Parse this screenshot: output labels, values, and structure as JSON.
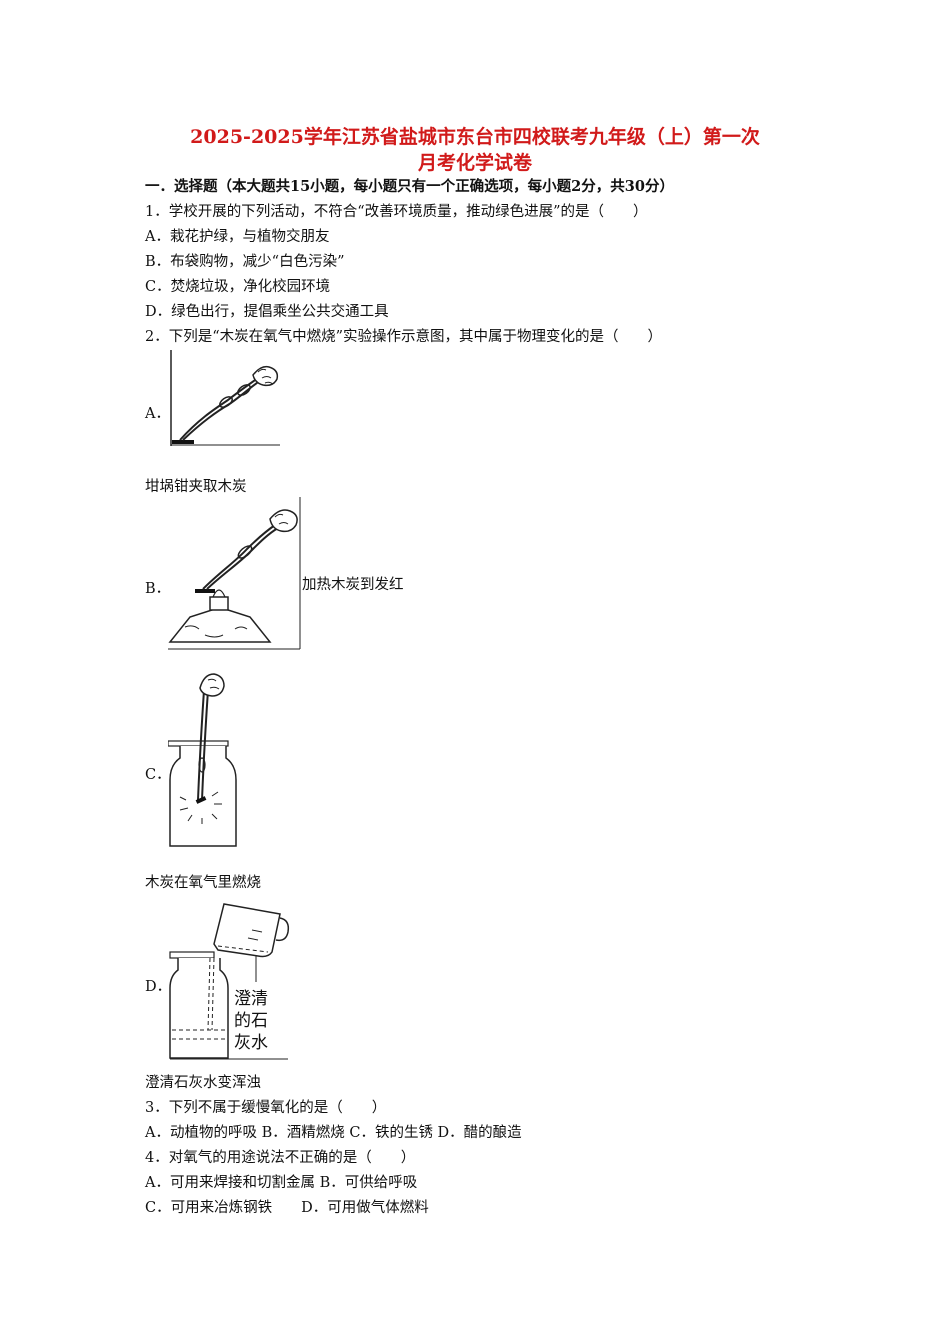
{
  "header": {
    "title_line1": "2025-2025学年江苏省盐城市东台市四校联考九年级（上）第一次",
    "title_line2": "月考化学试卷"
  },
  "section1": {
    "heading": "一．选择题（本大题共15小题，每小题只有一个正确选项，每小题2分，共30分）"
  },
  "q1": {
    "stem": "1．学校开展的下列活动，不符合“改善环境质量，推动绿色进展”的是（　　）",
    "a": "A．栽花护绿，与植物交朋友",
    "b": "B．布袋购物，减少“白色污染”",
    "c": "C．焚烧垃圾，净化校园环境",
    "d": "D．绿色出行，提倡乘坐公共交通工具"
  },
  "q2": {
    "stem": "2．下列是“木炭在氧气中燃烧”实验操作示意图，其中属于物理变化的是（　　）",
    "a_label": "A．",
    "a_caption": "坩埚钳夹取木炭",
    "b_label": "B．",
    "b_caption": "加热木炭到发红",
    "c_label": "C．",
    "c_caption": "木炭在氧气里燃烧",
    "d_label": "D．",
    "d_caption": "澄清石灰水变浑浊",
    "d_figure_text": [
      "澄清",
      "的石",
      "灰水"
    ]
  },
  "q3": {
    "stem": "3．下列不属于缓慢氧化的是（　　）",
    "options": "A．动植物的呼吸 B．酒精燃烧 C．铁的生锈 D．醋的酿造"
  },
  "q4": {
    "stem": "4．对氧气的用途说法不正确的是（　　）",
    "ab": "A．可用来焊接和切割金属 B．可供给呼吸",
    "cd": "C．可用来冶炼钢铁　　D．可用做气体燃料"
  }
}
